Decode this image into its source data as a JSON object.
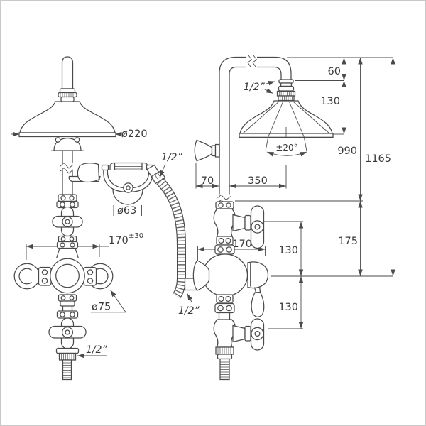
{
  "drawing": {
    "background": "#ffffff",
    "border_color": "#c9c9c9",
    "line_color": "#4a4a4a",
    "text_color": "#3a3a3a",
    "front_view": {
      "name": "shower column front view",
      "labels": {
        "head_diameter": "ø220",
        "hose_connection": "1/2”",
        "holder_diameter": "ø63",
        "handle_spacing": "170",
        "handle_spacing_tolerance": "±30",
        "handle_diameter": "ø75",
        "outlet_connection": "1/2”"
      }
    },
    "side_view": {
      "name": "shower column side view",
      "labels": {
        "head_connection": "1/2”",
        "head_top_offset": "60",
        "head_height": "130",
        "spray_angle": "±20°",
        "riser_height": "990",
        "total_height": "1165",
        "wall_to_riser": "70",
        "riser_to_head_center": "350",
        "valve_depth": "170",
        "valve_drop": "175",
        "upper_span": "130",
        "lower_span": "130",
        "inlet_connection": "1/2”"
      }
    }
  }
}
